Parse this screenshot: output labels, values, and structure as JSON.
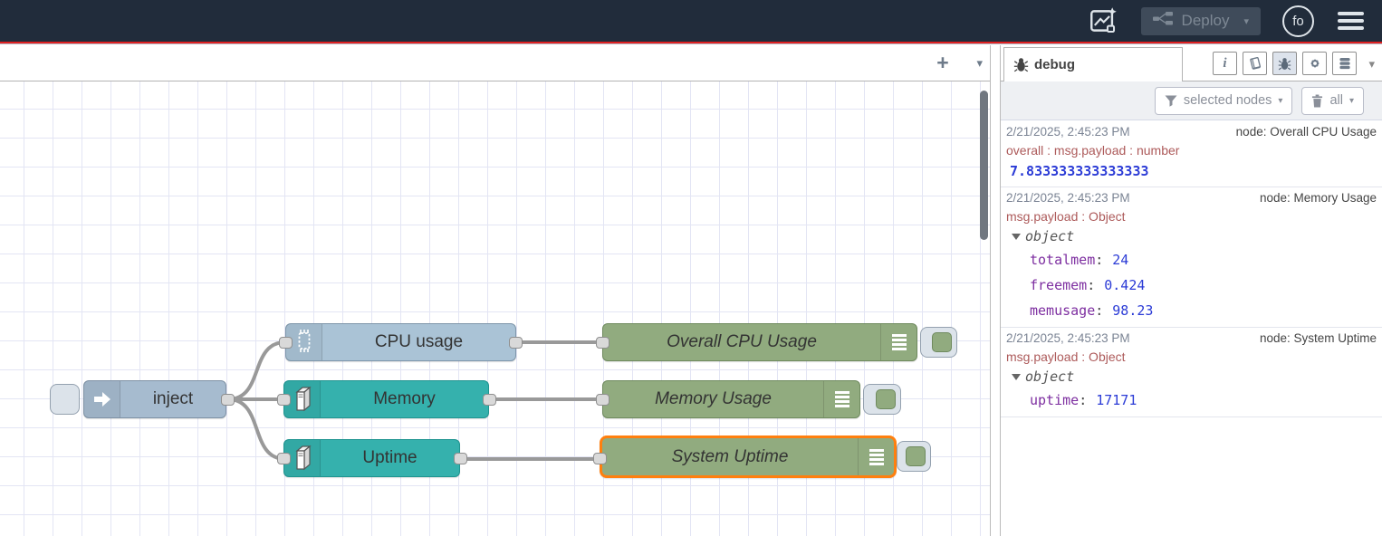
{
  "header": {
    "deploy_label": "Deploy",
    "avatar_label": "fo"
  },
  "icons": {
    "plus": "+",
    "caret_down": "▾",
    "info": "i",
    "book": "book",
    "bug": "bug",
    "gear": "gear",
    "database": "database",
    "funnel": "funnel",
    "trash": "trash",
    "hamburger": "menu",
    "flow_assistant": "flow-sparkle",
    "deploy_nodes": "deploy",
    "inject_arrow": "arrow-right",
    "cpu_chip": "microchip",
    "server_tower": "server",
    "debug_list": "list"
  },
  "colors": {
    "header_bg": "#212c3b",
    "accent_red": "#e02121",
    "inject_node": "#a6bbcf",
    "cpu_node": "#aac3d6",
    "os_node": "#35b1ad",
    "debug_node": "#91ab7f",
    "selection": "#ff7f0e",
    "wire": "#999999",
    "key_purple": "#7d2ea0",
    "value_blue": "#2b3bd6",
    "topic_red": "#ad5a5a"
  },
  "canvas": {
    "nodes": [
      {
        "label": "inject",
        "type": "inject"
      },
      {
        "label": "CPU usage",
        "type": "cpu"
      },
      {
        "label": "Memory",
        "type": "os-memory"
      },
      {
        "label": "Uptime",
        "type": "os-uptime"
      },
      {
        "label": "Overall CPU Usage",
        "type": "debug"
      },
      {
        "label": "Memory Usage",
        "type": "debug"
      },
      {
        "label": "System Uptime",
        "type": "debug",
        "selected": true
      }
    ]
  },
  "sidebar": {
    "tab_label": "debug",
    "filter_label": "selected nodes",
    "clear_label": "all",
    "messages": [
      {
        "timestamp": "2/21/2025, 2:45:23 PM",
        "node": "node: Overall CPU Usage",
        "property": "overall : msg.payload : number",
        "value": "7.833333333333333"
      },
      {
        "timestamp": "2/21/2025, 2:45:23 PM",
        "node": "node: Memory Usage",
        "property": "msg.payload : Object",
        "object_label": "object",
        "entries": [
          {
            "key": "totalmem",
            "value": "24"
          },
          {
            "key": "freemem",
            "value": "0.424"
          },
          {
            "key": "memusage",
            "value": "98.23"
          }
        ]
      },
      {
        "timestamp": "2/21/2025, 2:45:23 PM",
        "node": "node: System Uptime",
        "property": "msg.payload : Object",
        "object_label": "object",
        "entries": [
          {
            "key": "uptime",
            "value": "17171"
          }
        ]
      }
    ]
  }
}
